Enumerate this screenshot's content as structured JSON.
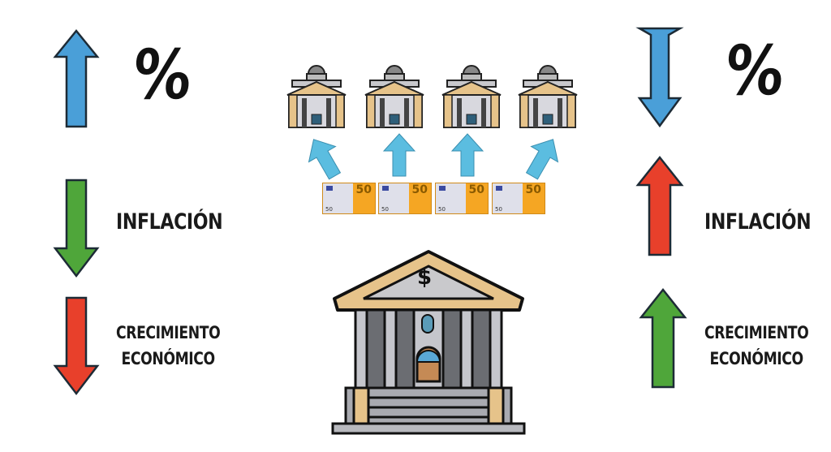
{
  "left_panel": {
    "interest_symbol": "%",
    "interest_direction": "up",
    "inflation_label": "INFLACIÓN",
    "inflation_direction": "down",
    "growth_label_line1": "CRECIMIENTO",
    "growth_label_line2": "ECONÓMICO",
    "growth_direction": "down"
  },
  "right_panel": {
    "interest_symbol": "%",
    "interest_direction": "down",
    "inflation_label": "INFLACIÓN",
    "inflation_direction": "up",
    "growth_label_line1": "CRECIMIENTO",
    "growth_label_line2": "ECONÓMICO",
    "growth_direction": "up"
  },
  "center": {
    "commercial_bank_count": 4,
    "banknote_value": "50",
    "central_bank_symbol": "$"
  },
  "colors": {
    "blue": "#4a9fd8",
    "green": "#4fa63a",
    "red": "#e8402b",
    "light_blue": "#5bbde0",
    "tan": "#e6c38a",
    "orange": "#f5a623"
  }
}
